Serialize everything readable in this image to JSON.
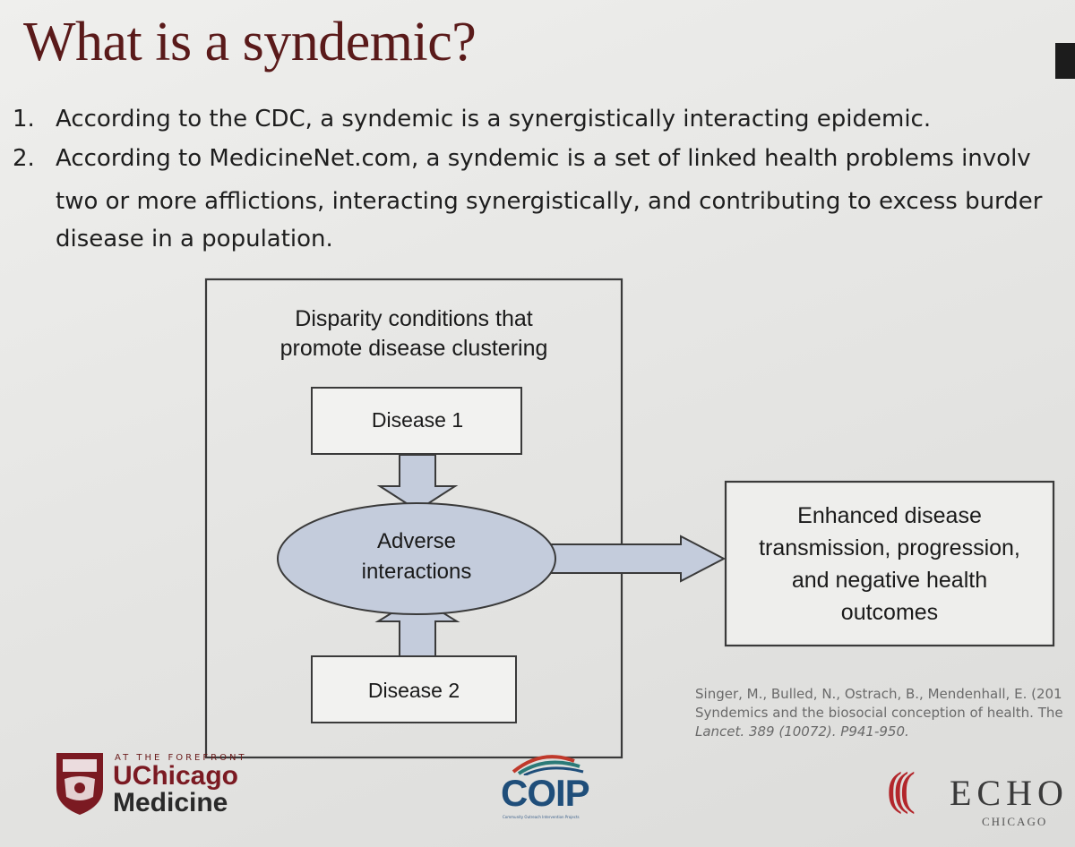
{
  "slide": {
    "title": "What is a syndemic?",
    "points": [
      {
        "number": "1.",
        "text": "According to the CDC, a syndemic is a synergistically interacting epidemic."
      },
      {
        "number": "2.",
        "lines": [
          "According to MedicineNet.com, a syndemic is a set of linked health problems involv",
          "two or more afflictions, interacting synergistically, and contributing to excess burder",
          "disease in a population."
        ]
      }
    ]
  },
  "diagram": {
    "outer_label_lines": [
      "Disparity conditions that",
      "promote disease clustering"
    ],
    "disease1": "Disease 1",
    "disease2": "Disease 2",
    "adverse_lines": [
      "Adverse",
      "interactions"
    ],
    "outcome_lines": [
      "Enhanced disease",
      "transmission, progression,",
      "and negative health",
      "outcomes"
    ],
    "colors": {
      "fill": "#c4ccdc",
      "stroke": "#3a3a3a"
    }
  },
  "citation": {
    "lines": [
      "Singer, M., Bulled, N., Ostrach, B., Mendenhall, E. (201",
      "Syndemics and the biosocial conception of health. The",
      "Lancet. 389 (10072). P941-950."
    ]
  },
  "logos": {
    "uchicago": {
      "tagline": "AT THE FOREFRONT",
      "name": "UChicago",
      "sub": "Medicine"
    },
    "coip": {
      "name": "COIP",
      "tagline": "Community Outreach Intervention Projects"
    },
    "echo": {
      "parens": "(((",
      "name": "ECHO",
      "city": "CHICAGO"
    }
  }
}
